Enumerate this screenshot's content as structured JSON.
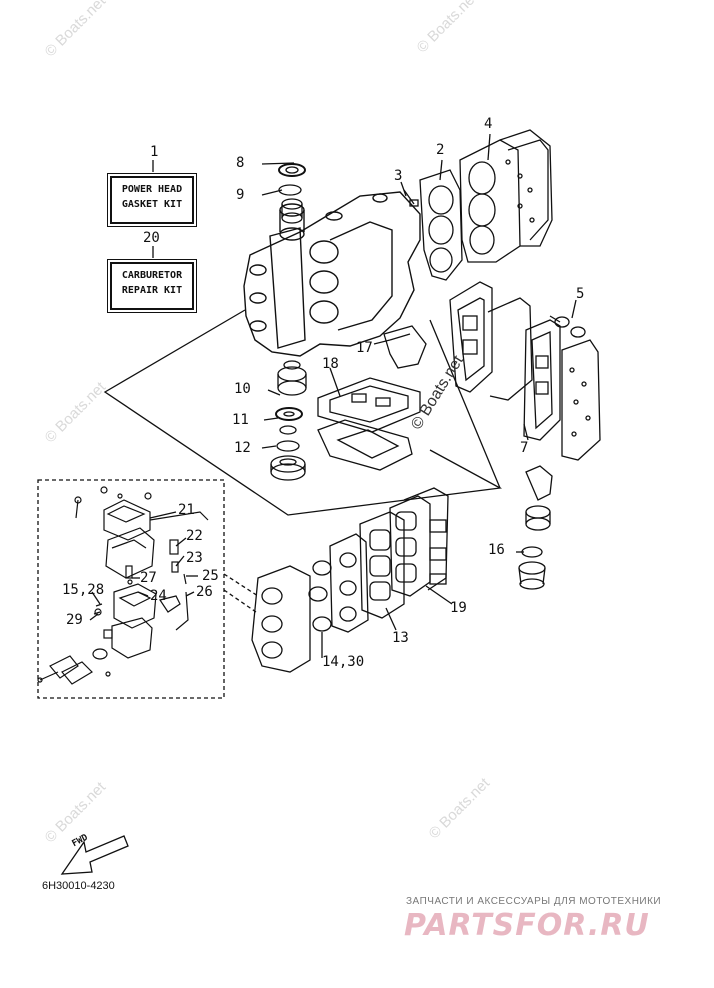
{
  "kits": [
    {
      "number": "1",
      "line1": "POWER HEAD",
      "line2": "GASKET KIT"
    },
    {
      "number": "20",
      "line1": "CARBURETOR",
      "line2": "REPAIR KIT"
    }
  ],
  "callouts": [
    "2",
    "3",
    "4",
    "5",
    "7",
    "8",
    "9",
    "10",
    "11",
    "12",
    "13",
    "14,30",
    "15,28",
    "16",
    "17",
    "18",
    "19",
    "21",
    "22",
    "23",
    "24",
    "25",
    "26",
    "27",
    "29"
  ],
  "watermark": "© Boats.net",
  "fwd_label": "FWD",
  "diagram_code": "6H30010-4230",
  "ad_tagline": "ЗАПЧАСТИ И АКСЕССУАРЫ ДЛЯ МОТОТЕХНИКИ",
  "ad_logo": "PARTSFOR.RU"
}
